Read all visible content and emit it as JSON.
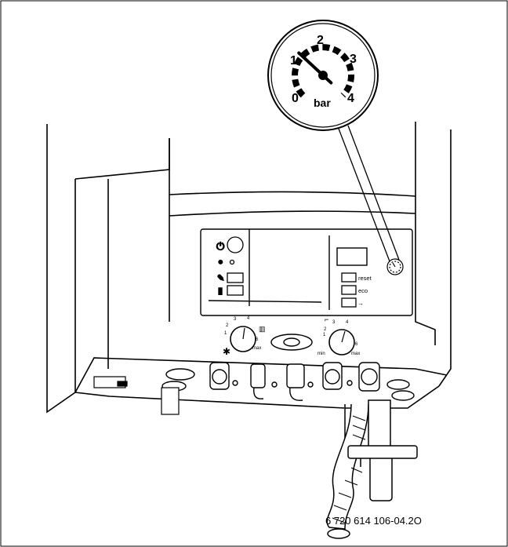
{
  "gauge": {
    "tick_labels": [
      "0",
      "1",
      "2",
      "3",
      "4"
    ],
    "unit": "bar",
    "needle_value_bar": 1.3
  },
  "panel_buttons": {
    "reset": "reset",
    "eco": "eco"
  },
  "left_knob": {
    "scale": [
      "1",
      "2",
      "3",
      "4",
      "6"
    ],
    "max_label": "max"
  },
  "right_knob": {
    "scale": [
      "1",
      "2",
      "3",
      "4",
      "6"
    ],
    "min_label": "min",
    "max_label": "max"
  },
  "caption": "6 720 614 106-04.2O"
}
